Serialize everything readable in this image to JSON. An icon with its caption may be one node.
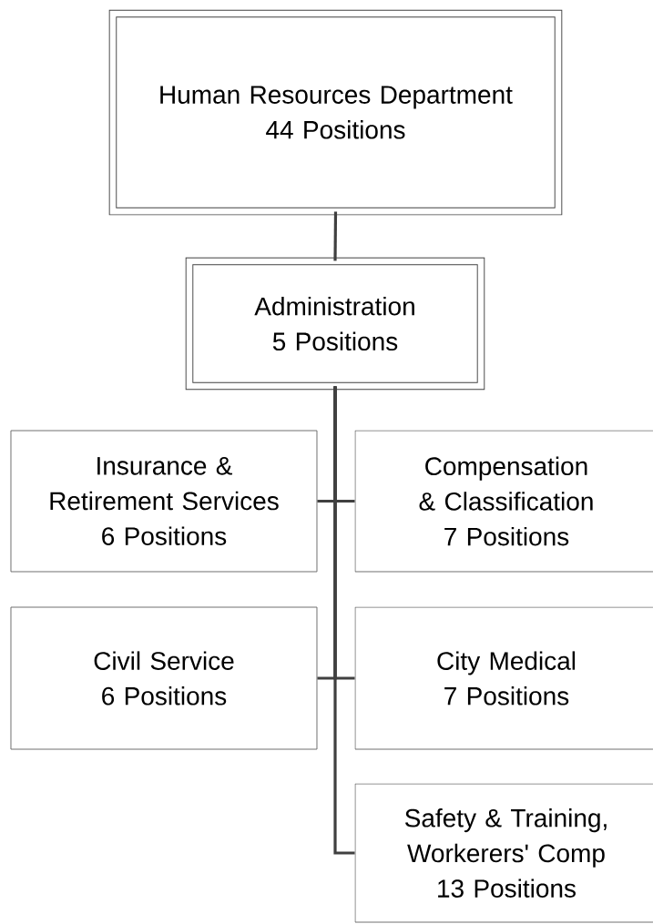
{
  "diagram": {
    "nodes": [
      {
        "text": [
          "Human Resources Department",
          "44 Positions"
        ]
      },
      {
        "text": [
          "Administration",
          "5 Positions"
        ]
      },
      {
        "text": [
          "Insurance & Retirement Services",
          "6 Positions"
        ]
      },
      {
        "text": [
          "Compensation & Classification",
          "7 Positions"
        ]
      },
      {
        "text": [
          "Civil Service",
          "6 Positions"
        ]
      },
      {
        "text": [
          "City Medical",
          "7 Positions"
        ]
      },
      {
        "text": [
          "Safety & Training, Workerers' Comp",
          "13 Positions"
        ]
      }
    ],
    "edges": [
      {
        "from": 0,
        "to": 1,
        "arrow": "none"
      },
      {
        "from": 1,
        "to": 2,
        "arrow": "none"
      },
      {
        "from": 1,
        "to": 3,
        "arrow": "none"
      },
      {
        "from": 1,
        "to": 4,
        "arrow": "none"
      },
      {
        "from": 1,
        "to": 5,
        "arrow": "none"
      },
      {
        "from": 1,
        "to": 6,
        "arrow": "none"
      }
    ]
  }
}
